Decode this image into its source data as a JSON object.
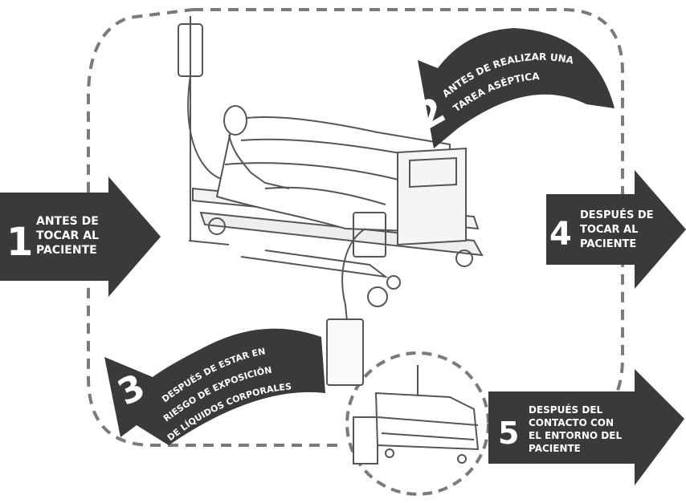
{
  "moments": [
    {
      "number": "1",
      "lines": [
        "ANTES DE",
        "TOCAR AL",
        "PACIENTE"
      ]
    },
    {
      "number": "2",
      "lines": [
        "ANTES DE REALIZAR UNA",
        "TAREA ASÉPTICA"
      ]
    },
    {
      "number": "3",
      "lines": [
        "DESPUÉS DE ESTAR EN",
        "RIESGO DE EXPOSICIÓN",
        "DE LÍQUIDOS CORPORALES"
      ]
    },
    {
      "number": "4",
      "lines": [
        "DESPUÉS DE",
        "TOCAR AL",
        "PACIENTE"
      ]
    },
    {
      "number": "5",
      "lines": [
        "DESPUÉS DEL",
        "CONTACTO CON",
        "EL ENTORNO DEL",
        "PACIENTE"
      ]
    }
  ],
  "colors": {
    "arrow": "#3a3a3a",
    "dash": "#7a7a7a",
    "line": "#555555",
    "text": "#ffffff"
  }
}
